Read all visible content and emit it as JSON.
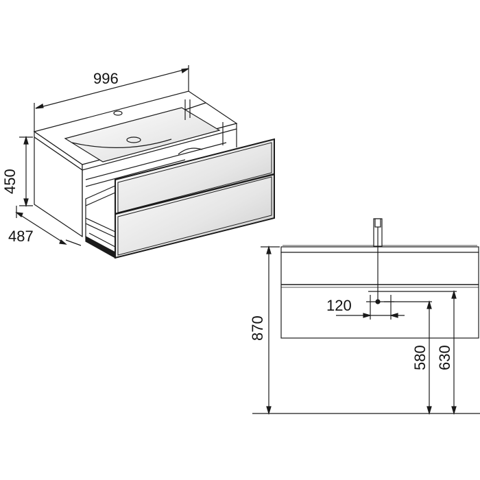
{
  "iso_view": {
    "width_label": "996",
    "height_label": "450",
    "depth_label": "487"
  },
  "front_view": {
    "height_label": "870",
    "drain_offset_label": "120",
    "drain_height_low_label": "580",
    "drain_height_high_label": "630"
  },
  "colors": {
    "line": "#1a1a1a",
    "drawer_front_light": "#f4f4f4",
    "drawer_front_dark": "#cfcfcf",
    "cabinet_fill": "#ffffff"
  }
}
